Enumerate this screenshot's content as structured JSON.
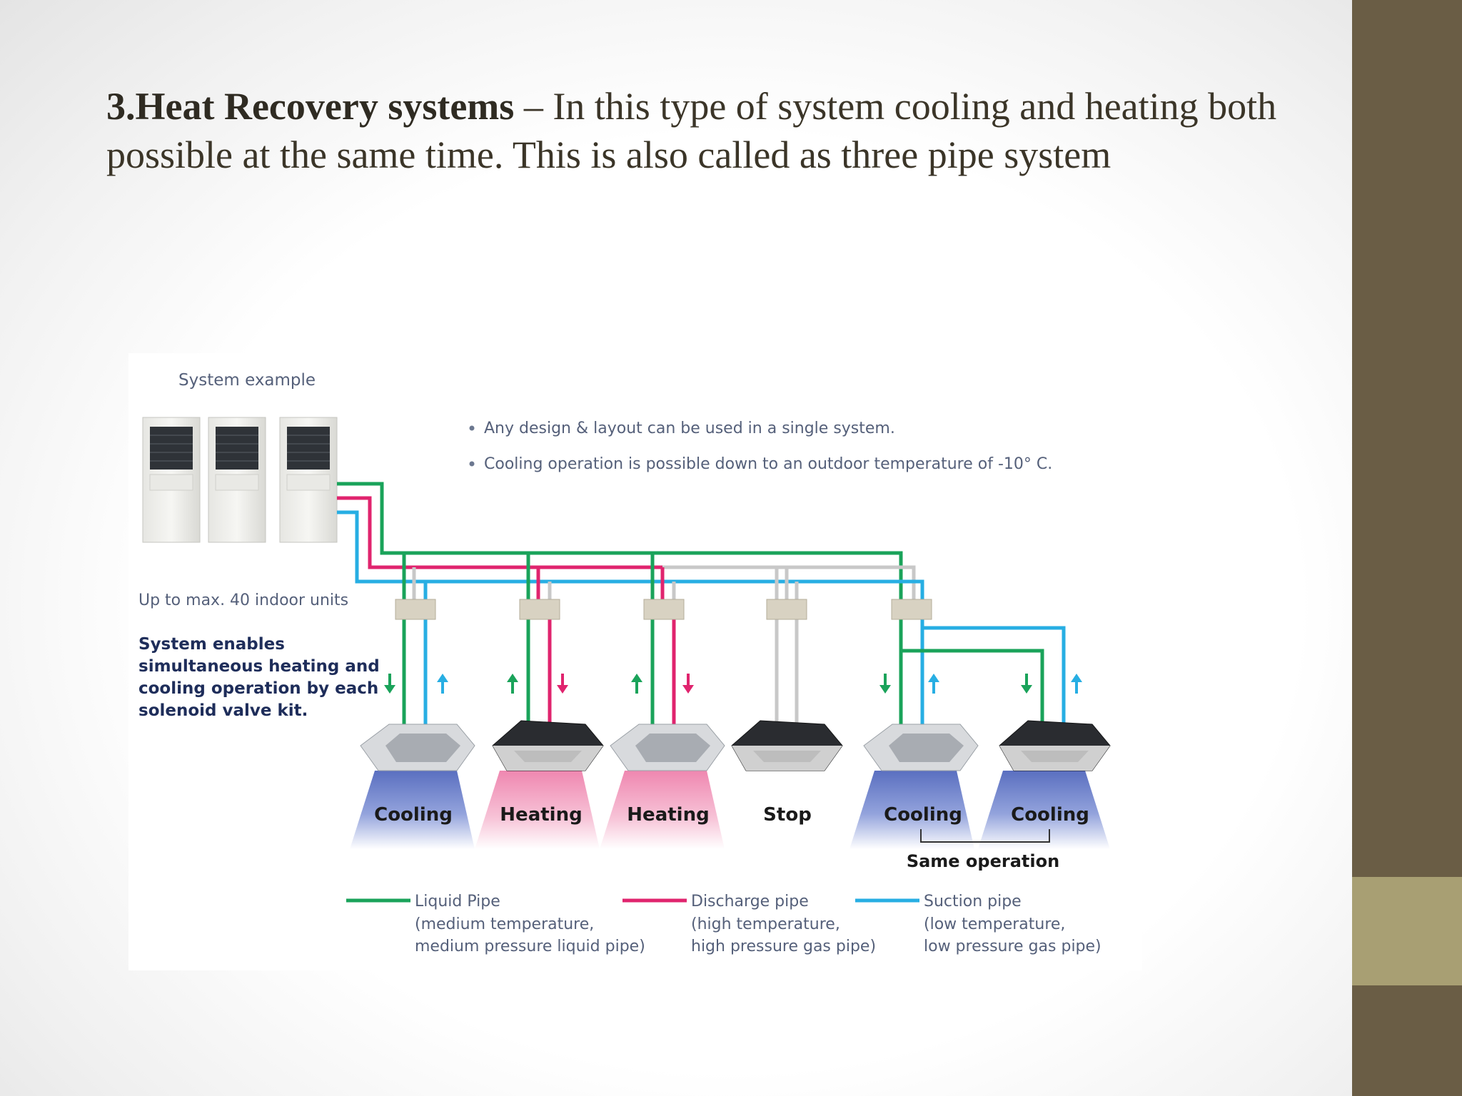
{
  "slide": {
    "heading_bold": "3.Heat Recovery systems",
    "heading_text": " – In this type of system cooling and heating both possible at the same time. This is also called as three pipe system"
  },
  "diagram": {
    "title": "System example",
    "bullets": [
      "Any design & layout can be used in a single system.",
      "Cooling operation is possible down to an outdoor temperature of -10° C."
    ],
    "max_units_note": "Up to max. 40 indoor units",
    "enable_note_lines": [
      "System enables",
      "simultaneous heating and",
      "cooling operation by each",
      "solenoid valve kit."
    ],
    "units": [
      {
        "mode": "Cooling",
        "style": "light"
      },
      {
        "mode": "Heating",
        "style": "dark"
      },
      {
        "mode": "Heating",
        "style": "light"
      },
      {
        "mode": "Stop",
        "style": "dark"
      },
      {
        "mode": "Cooling",
        "style": "light"
      },
      {
        "mode": "Cooling",
        "style": "dark"
      }
    ],
    "same_operation_label": "Same operation",
    "legend": [
      {
        "color": "#1aa35a",
        "lines": [
          "Liquid Pipe",
          "(medium temperature,",
          "medium pressure liquid pipe)"
        ]
      },
      {
        "color": "#e0246e",
        "lines": [
          "Discharge pipe",
          "(high temperature,",
          "high pressure gas pipe)"
        ]
      },
      {
        "color": "#27aee3",
        "lines": [
          "Suction pipe",
          "(low temperature,",
          "low pressure gas pipe)"
        ]
      }
    ],
    "colors": {
      "liquid": "#1aa35a",
      "discharge": "#e0246e",
      "suction": "#27aee3",
      "idle": "#c8c8c8",
      "cooling_fill": "#5a6fc0",
      "heating_fill": "#ef87b0"
    }
  }
}
